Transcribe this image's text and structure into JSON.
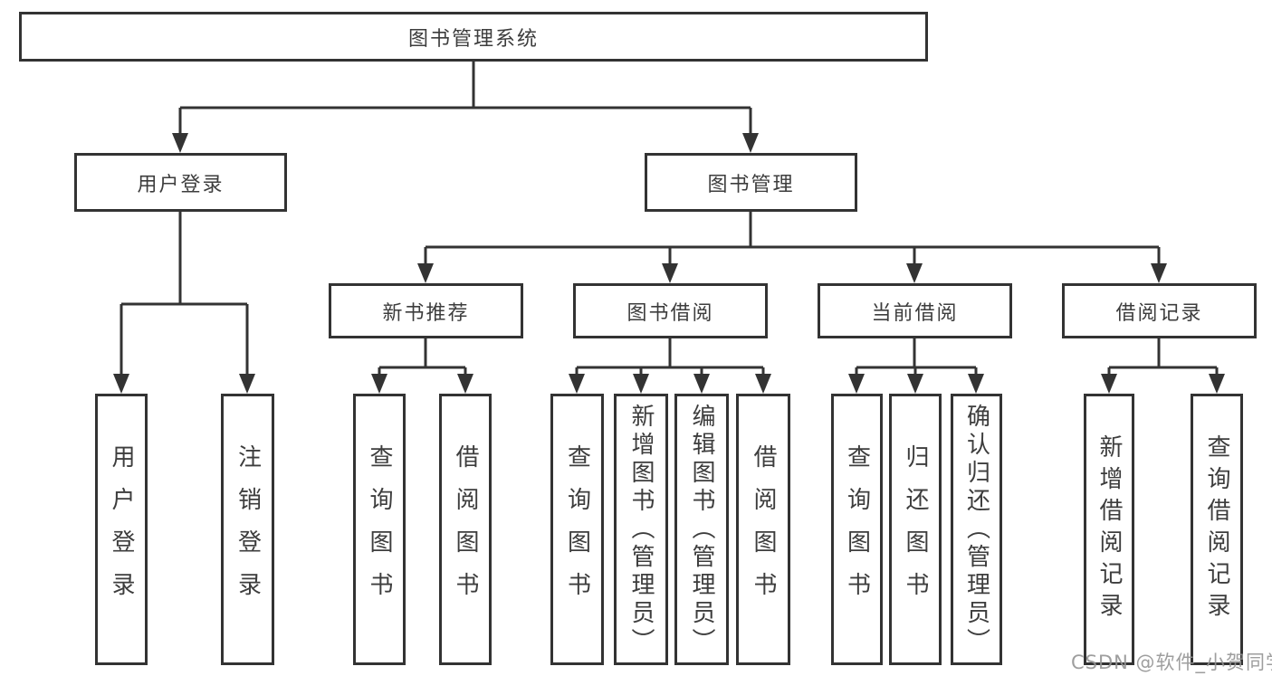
{
  "colors": {
    "line": "#333333",
    "box_border": "#333333",
    "text": "#3d3d3d",
    "watermark": "#949494",
    "background": "#ffffff"
  },
  "watermark": "CSDN @软件_小贺同学",
  "tree": {
    "label": "图书管理系统",
    "children": [
      {
        "label": "用户登录",
        "children": [
          {
            "label": "用户登录"
          },
          {
            "label": "注销登录"
          }
        ]
      },
      {
        "label": "图书管理",
        "children": [
          {
            "label": "新书推荐",
            "children": [
              {
                "label": "查询图书"
              },
              {
                "label": "借阅图书"
              }
            ]
          },
          {
            "label": "图书借阅",
            "children": [
              {
                "label": "查询图书"
              },
              {
                "label": "新增图书（管理员）"
              },
              {
                "label": "编辑图书（管理员）"
              },
              {
                "label": "借阅图书"
              }
            ]
          },
          {
            "label": "当前借阅",
            "children": [
              {
                "label": "查询图书"
              },
              {
                "label": "归还图书"
              },
              {
                "label": "确认归还（管理员）"
              }
            ]
          },
          {
            "label": "借阅记录",
            "children": [
              {
                "label": "新增借阅记录"
              },
              {
                "label": "查询借阅记录"
              }
            ]
          }
        ]
      }
    ]
  }
}
